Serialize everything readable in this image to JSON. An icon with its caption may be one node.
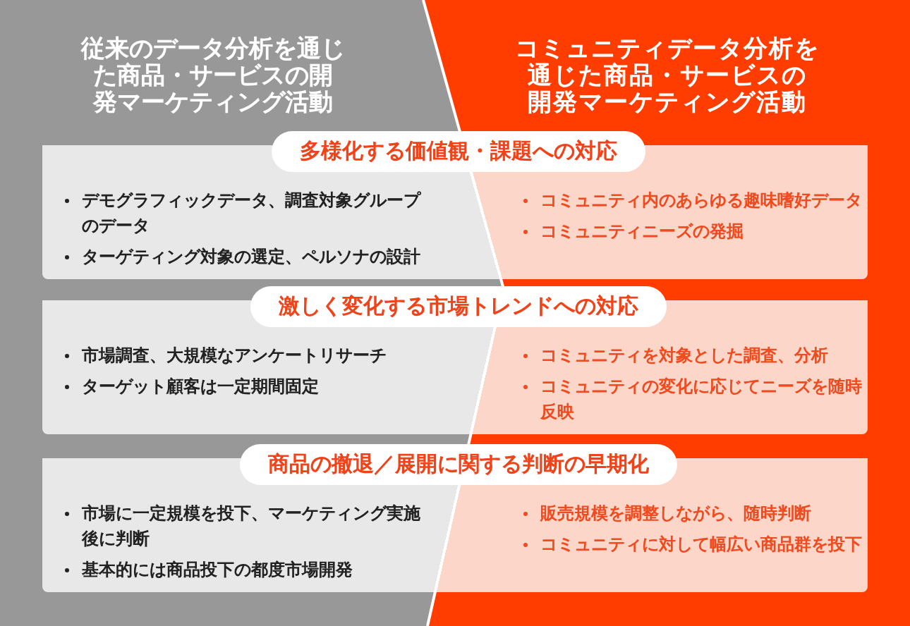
{
  "diagram": {
    "nodes": [
      {
        "text": [
          "従来のデータ分析を通じた商品・サービスの開発マーケティング活動"
        ]
      },
      {
        "text": [
          "コミュニティデータ分析を通じた商品・サービスの開発マーケティング活動"
        ]
      },
      {
        "text": [],
        "shape": "box"
      },
      {
        "text": [
          "多様化する価値観・課題への対応"
        ],
        "in": 2
      },
      {
        "text": [
          "デモグラフィックデータ、調査対象グループのデータ",
          "ターゲティング対象の選定、ペルソナの設計"
        ],
        "in": 2
      },
      {
        "text": [
          "コミュニティ内のあらゆる趣味嗜好データ",
          "コミュニティニーズの発掘"
        ],
        "in": 2
      },
      {
        "text": [],
        "shape": "box"
      },
      {
        "text": [
          "激しく変化する市場トレンドへの対応"
        ],
        "in": 6
      },
      {
        "text": [
          "市場調査、大規模なアンケートリサーチ",
          "ターゲット顧客は一定期間固定"
        ],
        "in": 6
      },
      {
        "text": [
          "コミュニティを対象とした調査、分析",
          "コミュニティの変化に応じてニーズを随時反映"
        ],
        "in": 6
      },
      {
        "text": [],
        "shape": "box"
      },
      {
        "text": [
          "商品の撤退／展開に関する判断の早期化"
        ],
        "in": 10
      },
      {
        "text": [
          "市場に一定規模を投下、マーケティング実施後に判断",
          "基本的には商品投下の都度市場開発"
        ],
        "in": 10
      },
      {
        "text": [
          "販売規模を調整しながら、随時判断",
          "コミュニティに対して幅広い商品群を投下"
        ],
        "in": 10
      }
    ]
  }
}
